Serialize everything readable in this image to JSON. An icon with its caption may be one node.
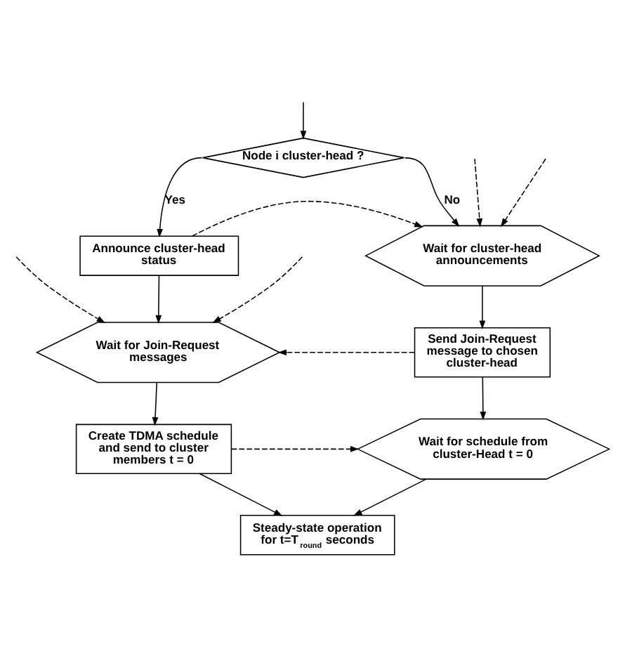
{
  "diagram": {
    "nodes": [
      {
        "text": [
          "Node i cluster-head ?"
        ]
      },
      {
        "text": [
          "Announce cluster-head status"
        ]
      },
      {
        "text": [
          "Wait for cluster-head announcements"
        ]
      },
      {
        "text": [
          "Wait for Join-Request messages"
        ]
      },
      {
        "text": [
          "Send Join-Request message to chosen cluster-head"
        ]
      },
      {
        "text": [
          "Create TDMA schedule and send to cluster members t = 0"
        ]
      },
      {
        "text": [
          "Wait for schedule from cluster-Head t = 0"
        ]
      },
      {
        "text": [
          "Steady-state operation for t=T$_{round}$ seconds"
        ]
      }
    ],
    "edges": [
      {
        "from": null,
        "to": 0,
        "arrow": "to"
      },
      {
        "from": 0,
        "to": 1,
        "arrow": "to",
        "label": "Yes"
      },
      {
        "from": 0,
        "to": 2,
        "arrow": "to",
        "label": "No"
      },
      {
        "from": 1,
        "to": 2,
        "arrow": "to",
        "style": "dashed"
      },
      {
        "from": null,
        "to": 2,
        "arrow": "to",
        "style": "dashed"
      },
      {
        "from": null,
        "to": 2,
        "arrow": "to",
        "style": "dashed"
      },
      {
        "from": 1,
        "to": 3,
        "arrow": "to"
      },
      {
        "from": 2,
        "to": 4,
        "arrow": "to"
      },
      {
        "from": 4,
        "to": 3,
        "arrow": "to",
        "style": "dashed"
      },
      {
        "from": null,
        "to": 3,
        "arrow": "to",
        "style": "dashed"
      },
      {
        "from": null,
        "to": 3,
        "arrow": "to",
        "style": "dashed"
      },
      {
        "from": 3,
        "to": 5,
        "arrow": "to"
      },
      {
        "from": 4,
        "to": 6,
        "arrow": "to"
      },
      {
        "from": 5,
        "to": 6,
        "arrow": "to",
        "style": "dashed"
      },
      {
        "from": 5,
        "to": 7,
        "arrow": "to"
      },
      {
        "from": 6,
        "to": 7,
        "arrow": "to"
      }
    ]
  }
}
